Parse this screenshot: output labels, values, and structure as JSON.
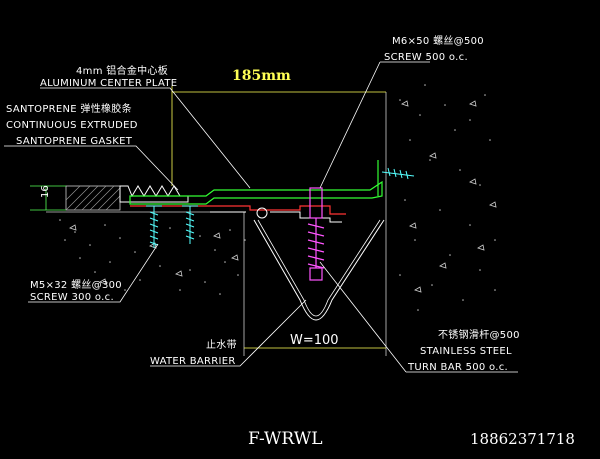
{
  "labels": {
    "aluminum_cn": "4mm 铝合金中心板",
    "aluminum_en": "ALUMINUM CENTER PLATE",
    "gasket_cn": "SANTOPRENE 弹性橡胶条",
    "gasket_en1": "CONTINUOUS EXTRUDED",
    "gasket_en2": "SANTOPRENE GASKET",
    "screw_top_cn": "M6×50 螺丝@500",
    "screw_top_en": "SCREW 500 o.c.",
    "screw_bottom_cn": "M5×32 螺丝@300",
    "screw_bottom_en": "SCREW 300 o.c.",
    "water_cn": "止水带",
    "water_en": "WATER BARRIER",
    "turnbar_cn": "不锈钢滑杆@500",
    "turnbar_en1": "STAINLESS STEEL",
    "turnbar_en2": "TURN BAR 500 o.c."
  },
  "dimensions": {
    "width_top": "185mm",
    "height_left": "16",
    "width_bottom": "W=100"
  },
  "footer": {
    "model": "F-WRWL",
    "phone": "18862371718"
  },
  "colors": {
    "background": "#000000",
    "green": "#33ff33",
    "yellow": "#ffff55",
    "red": "#ff3333",
    "magenta": "#ff55ff",
    "cyan": "#55ffff",
    "white": "#ffffff"
  }
}
